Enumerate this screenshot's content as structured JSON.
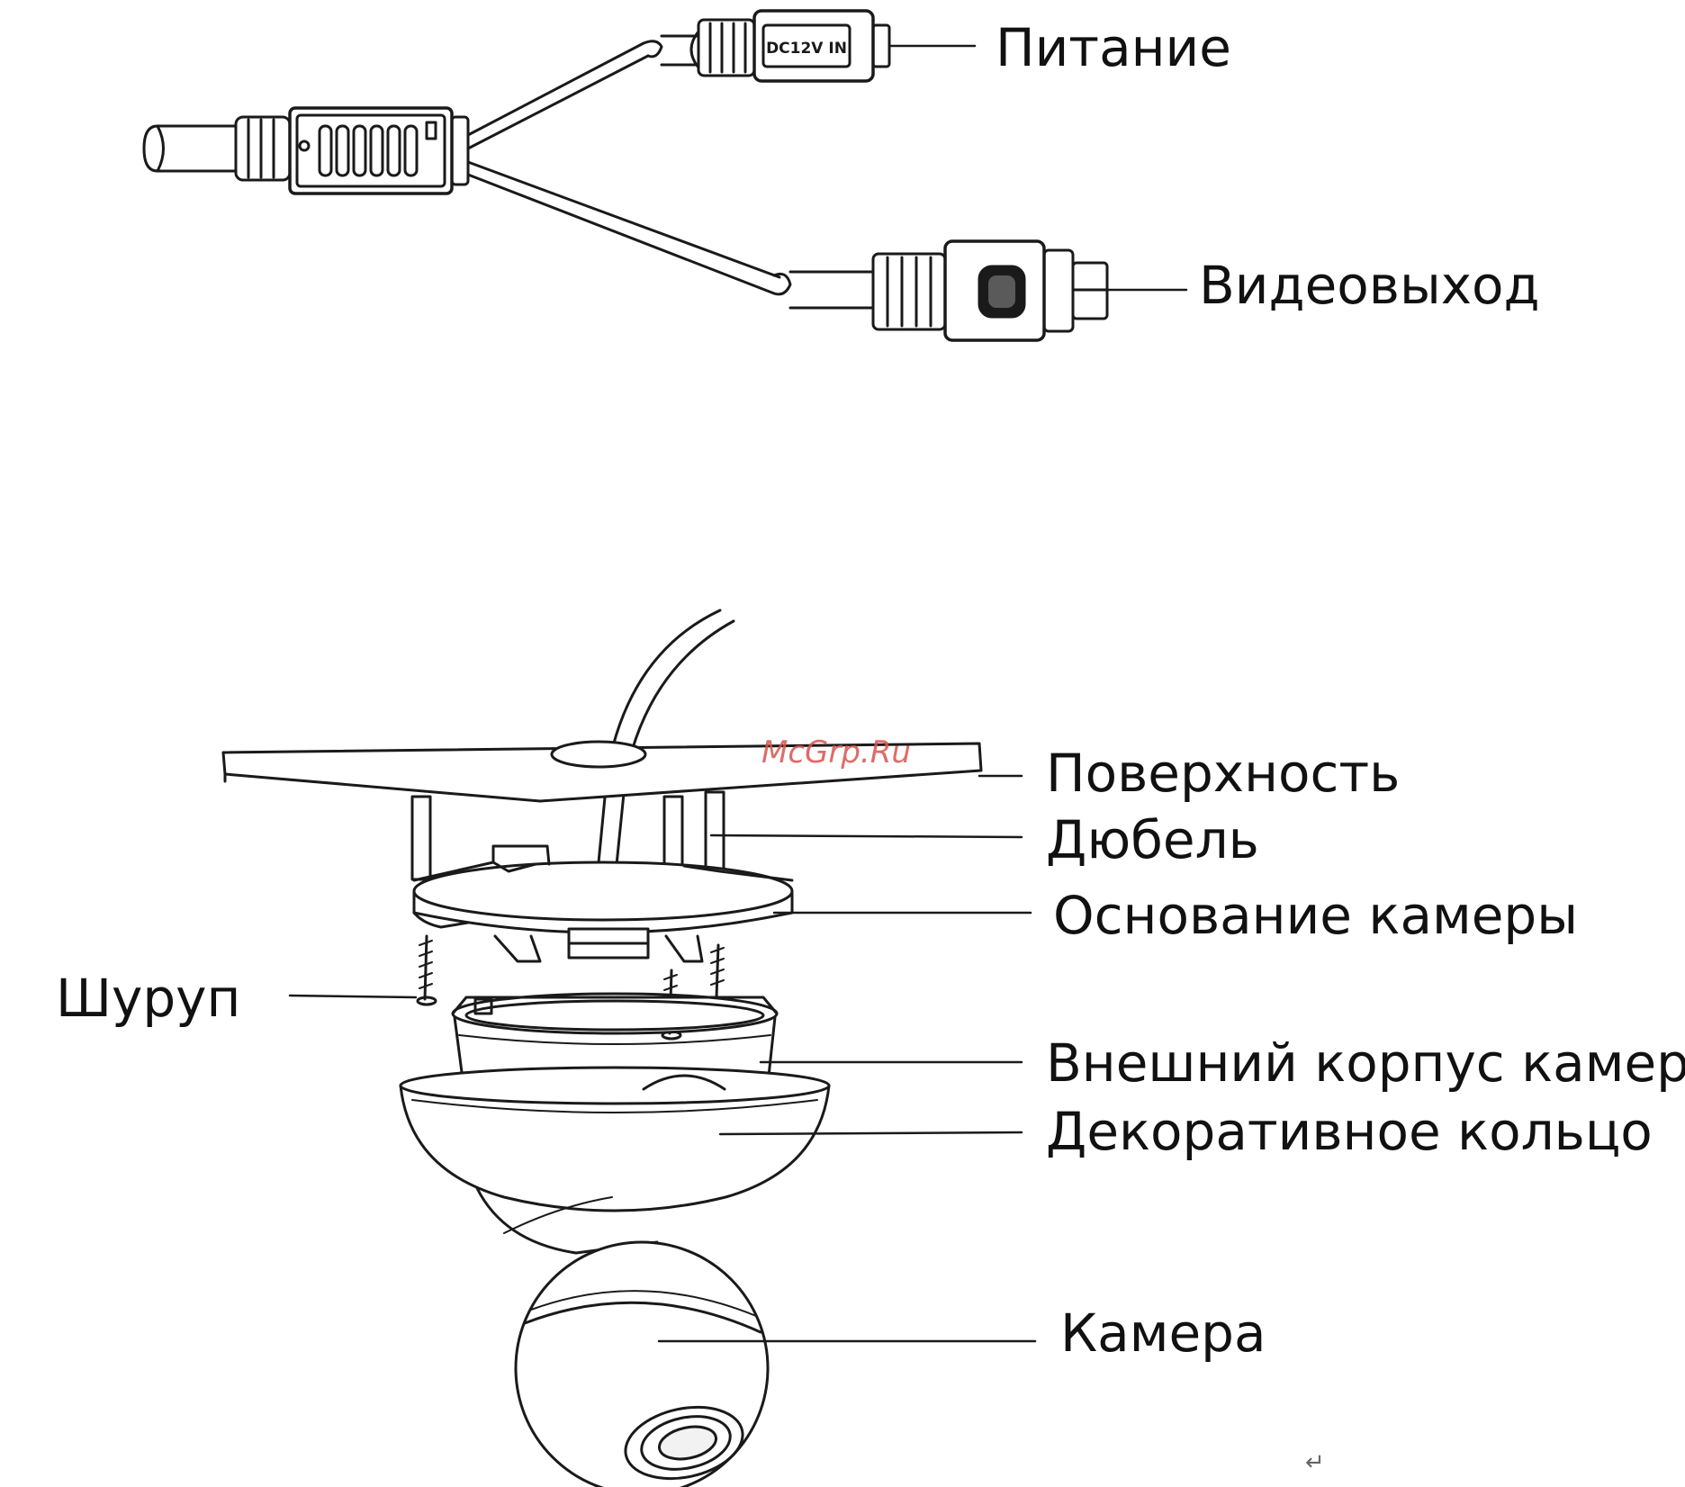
{
  "connector": {
    "plug_marking": "DC12V IN",
    "power_label": "Питание",
    "video_label": "Видеовыход"
  },
  "mount": {
    "watermark": "McGrp.Ru",
    "surface_label": "Поверхность",
    "dowel_label": "Дюбель",
    "base_label": "Основание камеры",
    "screw_label": "Шуруп",
    "housing_label": "Внешний корпус камеры",
    "ring_label": "Декоративное кольцо",
    "camera_label": "Камера"
  },
  "return_mark": "↵",
  "colors": {
    "line": "#1a1a1a",
    "watermark": "#d9534f"
  }
}
